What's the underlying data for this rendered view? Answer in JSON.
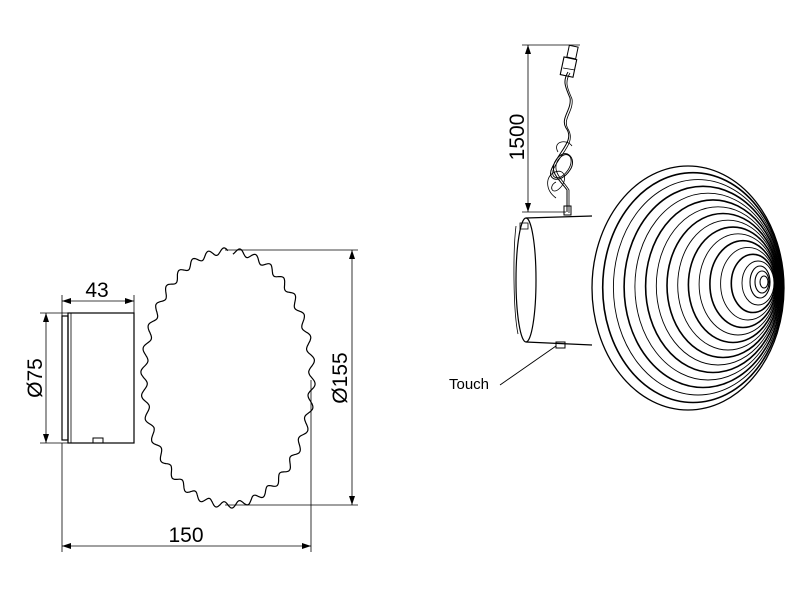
{
  "side_view": {
    "dimensions": {
      "base_depth": "43",
      "base_diameter": "Ø75",
      "shade_diameter": "Ø155",
      "total_depth": "150"
    }
  },
  "perspective_view": {
    "cable_length": "1500",
    "touch_label": "Touch"
  }
}
